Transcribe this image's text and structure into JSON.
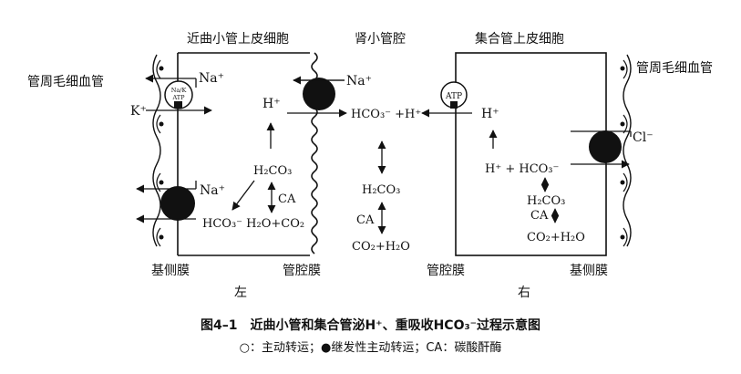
{
  "labels": {
    "proximal_cell": "近曲小管上皮细胞",
    "lumen": "肾小管腔",
    "collecting_cell": "集合管上皮细胞",
    "capillary_left": "管周毛细血管",
    "capillary_right": "管周毛细血管",
    "basolateral_left": "基侧膜",
    "luminal_left": "管腔膜",
    "luminal_right": "管腔膜",
    "basolateral_right": "基侧膜",
    "panel_left": "左",
    "panel_right": "右"
  },
  "left_cell": {
    "na_top": "Na⁺",
    "pump_line1": "Na/K",
    "pump_line2": "ATP",
    "k": "K⁺",
    "na_bottom": "Na⁺",
    "h": "H⁺",
    "h2co3": "H₂CO₃",
    "ca": "CA",
    "hco3_products": "HCO₃⁻  H₂O+CO₂",
    "na_lumen": "Na⁺"
  },
  "lumen": {
    "hco3_h": "HCO₃⁻ +H⁺",
    "h2co3": "H₂CO₃",
    "ca": "CA",
    "co2_h2o": "CO₂+H₂O"
  },
  "right_cell": {
    "atp": "ATP",
    "h": "H⁺",
    "h_hco3": "H⁺ + HCO₃⁻",
    "h2co3": "H₂CO₃",
    "ca": "CA",
    "co2_h2o": "CO₂+H₂O",
    "cl": "Cl⁻"
  },
  "caption": {
    "title": "图4–1　近曲小管和集合管泌H⁺、重吸收HCO₃⁻过程示意图",
    "legend": "○：主动转运；●继发性主动转运；CA：碳酸酐酶"
  }
}
